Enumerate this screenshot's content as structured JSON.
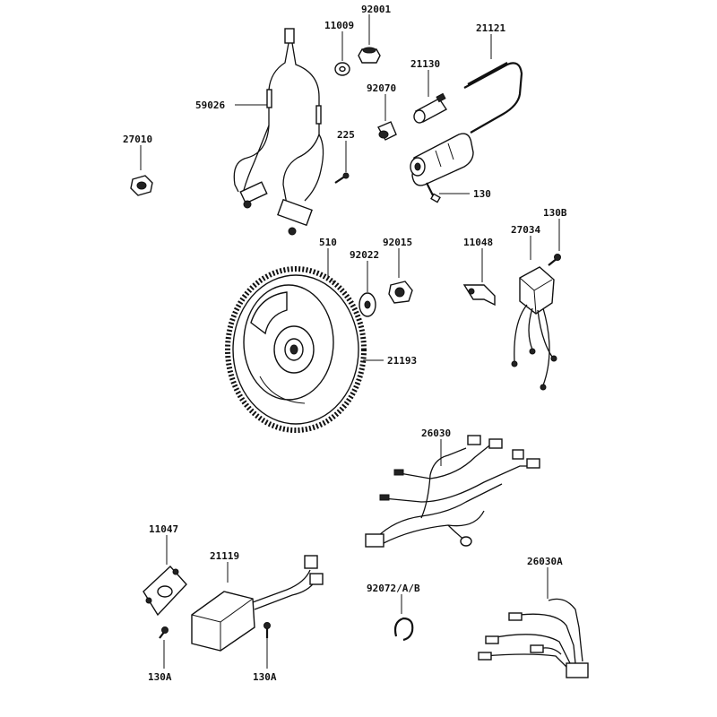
{
  "labels": {
    "p92001": "92001",
    "p11009": "11009",
    "p21121": "21121",
    "p21130": "21130",
    "p92070": "92070",
    "p59026": "59026",
    "p27010": "27010",
    "p225": "225",
    "p130": "130",
    "p510": "510",
    "p92015": "92015",
    "p92022": "92022",
    "p11048": "11048",
    "p27034": "27034",
    "p130B": "130B",
    "p21193": "21193",
    "p26030": "26030",
    "p11047": "11047",
    "p21119": "21119",
    "p92072": "92072/A/B",
    "p26030A": "26030A",
    "p130A_left": "130A",
    "p130A_right": "130A"
  }
}
